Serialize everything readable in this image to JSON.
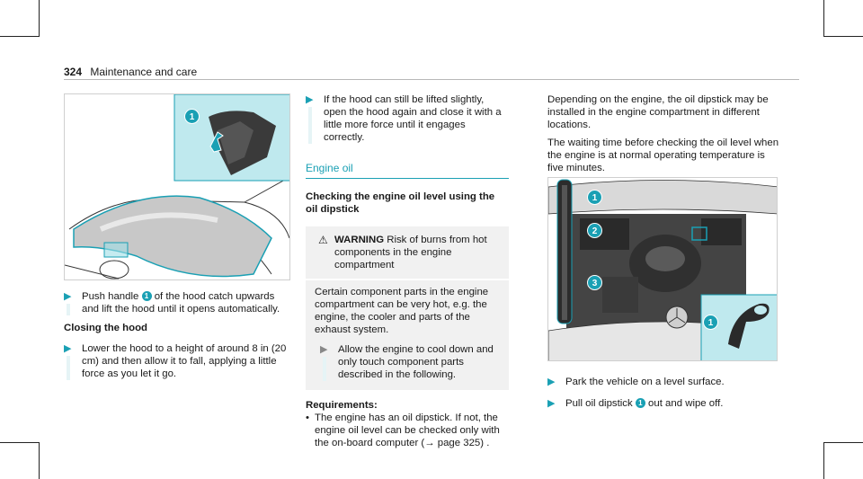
{
  "header": {
    "page_number": "324",
    "section": "Maintenance and care"
  },
  "left_column": {
    "step_push": {
      "text_before": "Push handle",
      "callout": "1",
      "text_after": "of the hood catch upwards and lift the hood until it opens automatically."
    },
    "closing_heading": "Closing the hood",
    "step_lower": "Lower the hood to a height of around 8 in (20 cm) and then allow it to fall, applying a little force as you let it go."
  },
  "middle_column": {
    "step_lifted": "If the hood can still be lifted slightly, open the hood again and close it with a little more force until it engages correctly.",
    "section_title": "Engine oil",
    "subheading": "Checking the engine oil level using the oil dipstick",
    "warning": {
      "label": "WARNING",
      "title": "Risk of burns from hot components in the engine compartment",
      "body": "Certain component parts in the engine compartment can be very hot, e.g. the engine, the cooler and parts of the exhaust system.",
      "step": "Allow the engine to cool down and only touch component parts described in the following."
    },
    "requirements_label": "Requirements:",
    "requirement": "The engine has an oil dipstick. If not, the engine oil level can be checked only with the on-board computer (→ page 325) ."
  },
  "right_column": {
    "intro": "Depending on the engine, the oil dipstick may be installed in the engine compartment in different locations.",
    "waiting": "The waiting time before checking the oil level when the engine is at normal operating temperature is five minutes.",
    "step_park": "Park the vehicle on a level surface.",
    "step_pull": {
      "text_before": "Pull oil dipstick",
      "callout": "1",
      "text_after": "out and wipe off."
    }
  },
  "figures": {
    "hood": {
      "callouts": [
        "1"
      ]
    },
    "engine": {
      "callouts": [
        "1",
        "2",
        "3",
        "1"
      ]
    }
  },
  "colors": {
    "accent": "#1aa0b4"
  }
}
